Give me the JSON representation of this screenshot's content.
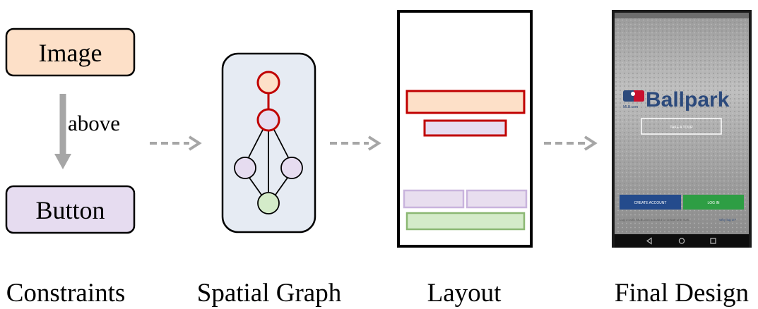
{
  "constraints": {
    "node_image": "Image",
    "node_button": "Button",
    "relation": "above"
  },
  "stage_labels": {
    "constraints": "Constraints",
    "spatial_graph": "Spatial Graph",
    "layout": "Layout",
    "final_design": "Final Design"
  },
  "final_design": {
    "logo_text": "Ballpark",
    "logo_badge": "MLB.com",
    "tour_button": "TAKE A TOUR",
    "create_account_button": "CREATE ACCOUNT",
    "login_button": "LOG IN",
    "footer_text": "Log in with MLB.com account or create one now.",
    "footer_link": "Why log in?"
  },
  "colors": {
    "image_fill": "#fde0c8",
    "button_fill": "#e6dcf0",
    "graph_bg": "#e6ebf3",
    "red_stroke": "#c00000",
    "green_fill": "#d4ebc9",
    "green_stroke": "#8bb873",
    "purple_fill": "#e8deef",
    "purple_stroke": "#c9b4dd",
    "arrow_gray": "#a6a6a6",
    "create_blue": "#244b8c",
    "login_green": "#2e9e44",
    "ballpark_blue": "#2c4a7c"
  }
}
